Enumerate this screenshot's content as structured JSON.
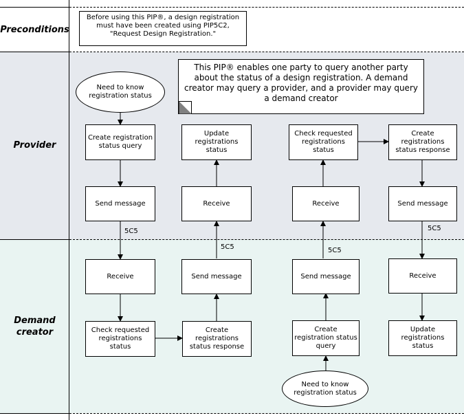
{
  "lanes": {
    "preconditions": "Preconditions",
    "provider": "Provider",
    "demand_creator": "Demand creator"
  },
  "precondition_text": "Before using this PIP®, a design registration must have been created using PIP5C2, \"Request Design Registration.\"",
  "note_text": "This PIP® enables one party to query another party about the status of a design registration. A demand creator may query a provider, and a provider may query a demand creator",
  "provider": {
    "start": "Need to know registration status",
    "create_query": "Create registration status query",
    "send_message_1": "Send message",
    "update_status": "Update registrations status",
    "receive_1": "Receive",
    "check_status": "Check requested registrations status",
    "receive_2": "Receive",
    "create_response": "Create registrations status response",
    "send_message_2": "Send message"
  },
  "demand_creator": {
    "receive_1": "Receive",
    "check_status": "Check requested registrations status",
    "create_response": "Create registrations status response",
    "send_message_1": "Send message",
    "send_message_2": "Send message",
    "create_query": "Create registration status query",
    "start": "Need to know registration status",
    "receive_2": "Receive",
    "update_status": "Update registrations status"
  },
  "message_labels": {
    "m1": "5C5",
    "m2": "5C5",
    "m3": "5C5",
    "m4": "5C5"
  },
  "colors": {
    "provider_band": "#e6e9ee",
    "demand_band": "#e9f4f2"
  }
}
